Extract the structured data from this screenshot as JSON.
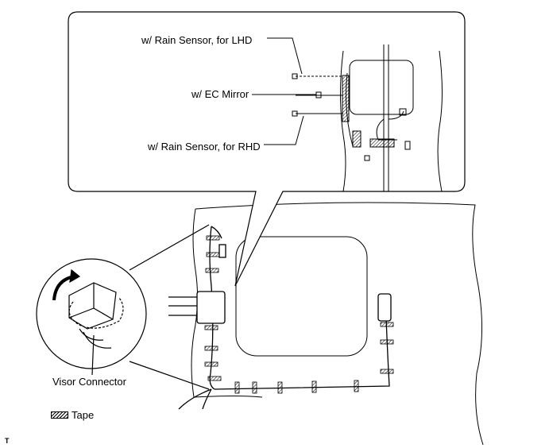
{
  "labels": {
    "lhd": "w/ Rain Sensor, for LHD",
    "ec_mirror": "w/ EC Mirror",
    "rhd": "w/ Rain Sensor, for RHD",
    "visor": "Visor Connector"
  },
  "legend": {
    "tape": "Tape"
  },
  "figure_code": "T"
}
